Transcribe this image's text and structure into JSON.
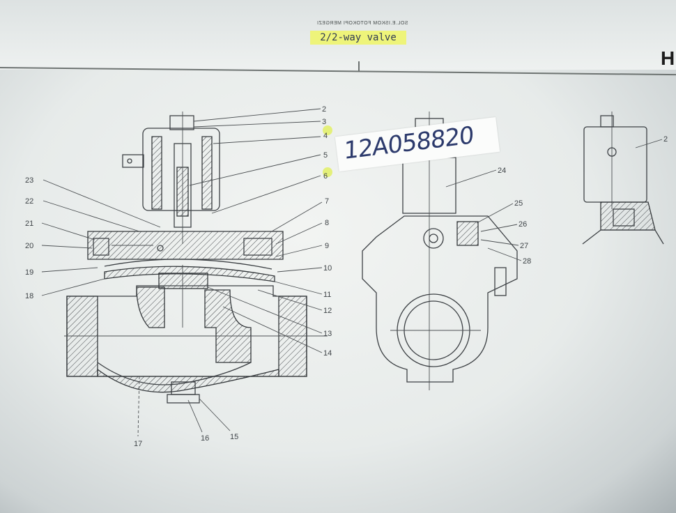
{
  "document": {
    "title": "2/2-way valve",
    "mirrored_header": "SOL.E.ISKOM FOTOKOPI MERGEZI",
    "part_number": "12A058820",
    "corner_glyph": "H"
  },
  "callouts": {
    "main": [
      {
        "n": "2"
      },
      {
        "n": "3"
      },
      {
        "n": "4",
        "highlight": true
      },
      {
        "n": "5"
      },
      {
        "n": "6",
        "highlight": true
      },
      {
        "n": "7"
      },
      {
        "n": "8"
      },
      {
        "n": "9"
      },
      {
        "n": "10"
      },
      {
        "n": "11"
      },
      {
        "n": "12"
      },
      {
        "n": "13"
      },
      {
        "n": "14"
      },
      {
        "n": "15"
      },
      {
        "n": "16"
      },
      {
        "n": "17"
      },
      {
        "n": "18"
      },
      {
        "n": "19"
      },
      {
        "n": "20"
      },
      {
        "n": "21"
      },
      {
        "n": "22"
      },
      {
        "n": "23"
      }
    ],
    "side": [
      {
        "n": "24"
      },
      {
        "n": "25"
      },
      {
        "n": "26"
      },
      {
        "n": "27"
      },
      {
        "n": "28"
      }
    ],
    "right": [
      {
        "n": "2"
      }
    ]
  },
  "colors": {
    "highlight": "#eef47a",
    "ink": "#3c4044",
    "sticker_ink": "#2c3a6c"
  }
}
